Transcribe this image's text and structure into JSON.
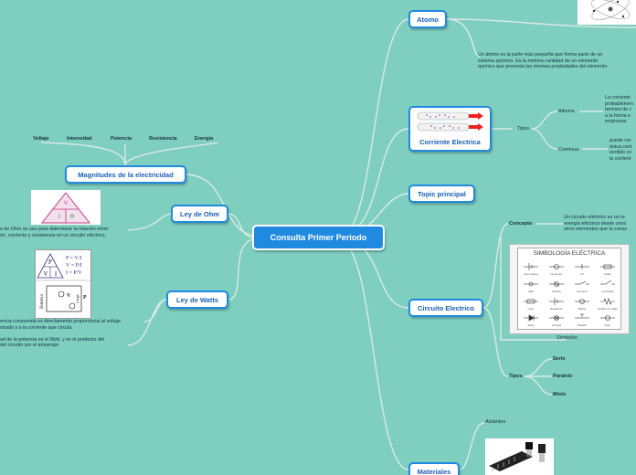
{
  "central": "Consulta Primer Periodo",
  "left": {
    "magnitudes": {
      "title": "Magnitudes de la electricidad",
      "items": [
        "Voltaje",
        "Intensidad",
        "Potencia",
        "Resistencia",
        "Energía"
      ]
    },
    "ohm": {
      "title": "Ley de Ohm",
      "lines": [
        "e de Ohm se usa para determinar la relación entre",
        "ón, corriente y resistencia en un circuito eléctrico."
      ],
      "triangle": {
        "top": "V",
        "bottom_left": "I",
        "bottom_right": "R"
      }
    },
    "watts": {
      "title": "Ley de Watts",
      "formulas": [
        "P = V/I",
        "V = P/I",
        "I = P/V"
      ],
      "triangle": {
        "top": "P",
        "bottom_left": "V",
        "bottom_right": "I"
      },
      "circuit": {
        "battery": "Batería",
        "load": "Carga",
        "v": "V",
        "p": "P"
      },
      "lines": [
        "encia consumida es directamente proporcional al voltaje",
        "ntrado y a la corriente que circula.",
        "",
        "ad de la potencia es el Watt, y es el producto del",
        "del circuito por el amperaje:"
      ]
    }
  },
  "right": {
    "atomo": {
      "title": "Atomo",
      "lines": [
        "Un átomo es la parte más pequeña que forma parte de un",
        "sistema químico. Es la mínima cantidad de un elemento",
        "químico que presenta las mismas propiedades del elemento."
      ]
    },
    "corriente": {
      "title": "Corriente Electrica",
      "tipos_label": "Tipos",
      "alterna": "Alterna",
      "alterna_lines": [
        "La corriente",
        "probablemen",
        "termino de c",
        "a la forma e",
        "empresas."
      ],
      "continua": "Continua",
      "continua_lines": [
        "puede cor",
        "única corri",
        "sentido co",
        "la corrient"
      ]
    },
    "topic": {
      "title": "Topic principal"
    },
    "circuito": {
      "title": "Circuito Electrico",
      "concepto_label": "Concepto",
      "concepto_lines": [
        "Un circuito eléctrico es un re",
        "energía eléctrica desde unos",
        "otros elementos que la consu"
      ],
      "simbologia_title": "SIMBOLOGÍA ELÉCTRICA",
      "symbol_labels": [
        "pila o batería",
        "fuente gen.",
        "CC",
        "fusible",
        "cable",
        "bombilla",
        "interruptor",
        "conmutador",
        "motor",
        "Resistencia",
        "Batería",
        "Medidor de voltaje",
        "Diodo",
        "Lámpara",
        "Pulsador",
        "Motor"
      ],
      "simbolos_label": "Símbolos",
      "tipos_label": "Tipos",
      "tipos": [
        "Serie",
        "Paralelo",
        "Mixto"
      ]
    },
    "materiales": {
      "title": "Materiales",
      "aislantes": "Aislantes"
    }
  },
  "colors": {
    "background": "#7ecfc0",
    "accent": "#1f8ae0",
    "link": "#d8e8e2"
  }
}
